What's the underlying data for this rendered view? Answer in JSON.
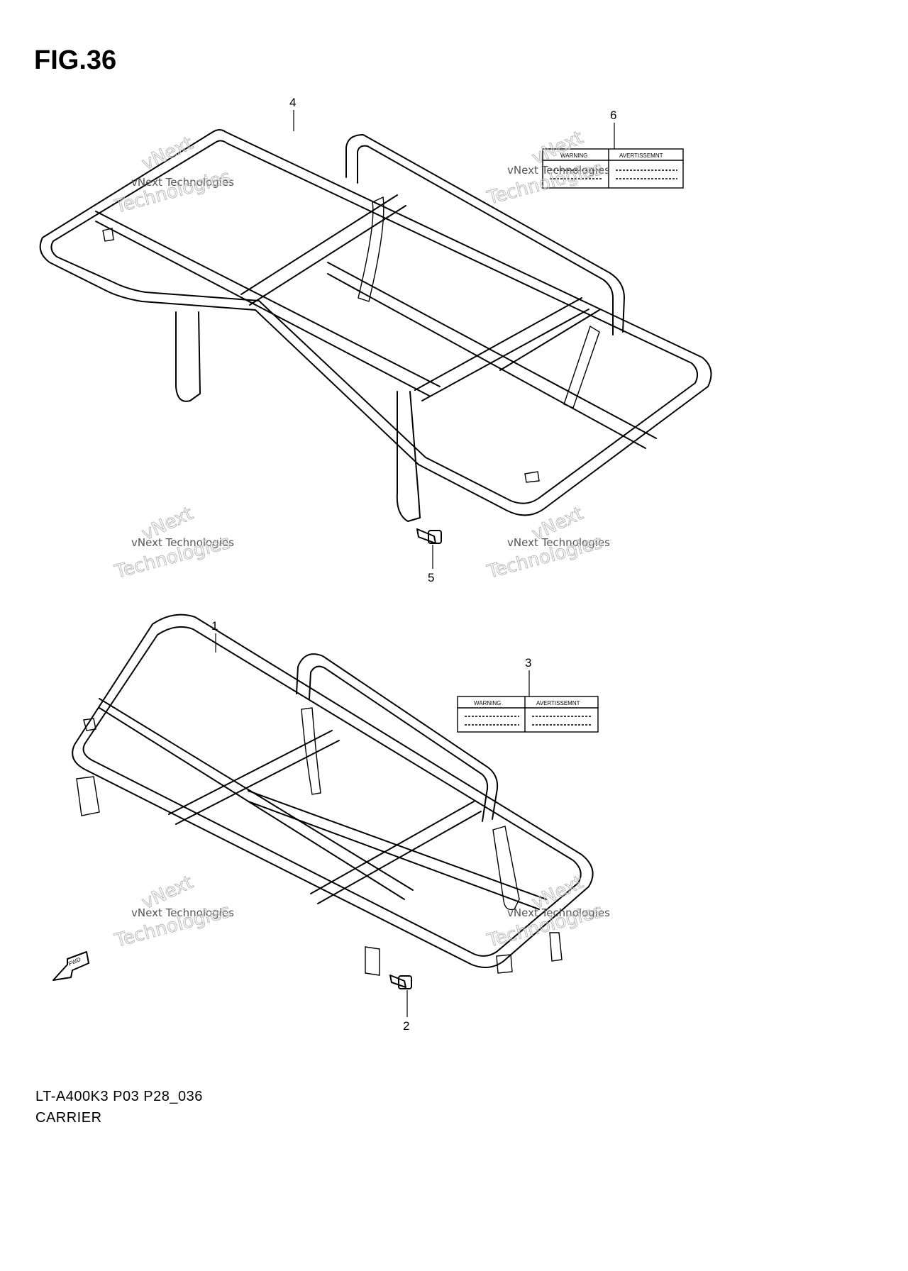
{
  "figure": {
    "title": "FIG.36"
  },
  "callouts": [
    "4",
    "6",
    "5",
    "1",
    "3",
    "2"
  ],
  "warning_label": {
    "left": "WARNING",
    "right": "AVERTISSEMNT"
  },
  "fwd_label": "FWD",
  "watermark": {
    "line1": "vNext",
    "line2": "vNext Technologies",
    "line3": "Technologies"
  },
  "footer": {
    "code": "LT-A400K3 P03 P28_036",
    "name": "CARRIER"
  }
}
